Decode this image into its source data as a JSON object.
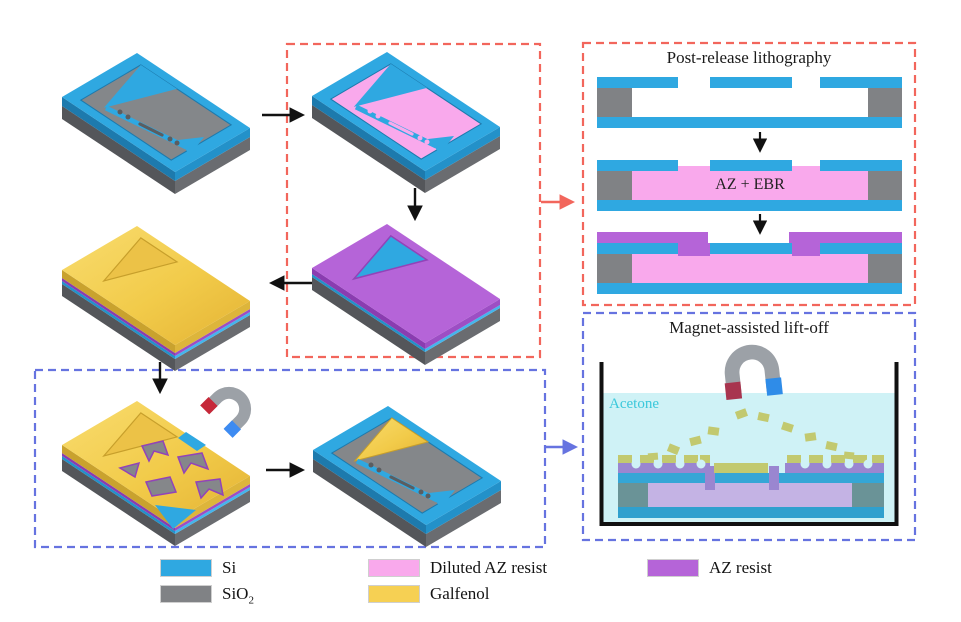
{
  "figure": {
    "panel_post_release": {
      "title": "Post-release lithography",
      "resist_label": "AZ + EBR"
    },
    "panel_liftoff": {
      "title": "Magnet-assisted lift-off",
      "solvent_label": "Acetone"
    },
    "legend": {
      "items": [
        {
          "label": "Si",
          "color": "#2FA8E1"
        },
        {
          "label": "SiO",
          "sub": "2",
          "color": "#808285"
        },
        {
          "label": "Diluted AZ resist",
          "color": "#F9A9EC"
        },
        {
          "label": "Galfenol",
          "color": "#F6D053"
        },
        {
          "label": "AZ resist",
          "color": "#B564D8"
        }
      ]
    },
    "colors": {
      "si": "#2FA8E1",
      "sio2": "#808285",
      "diluted_az": "#F9A9EC",
      "galfenol": "#F6D053",
      "az_resist": "#B564D8",
      "flow_red": "#F2665C",
      "flow_blue": "#6673E0",
      "acetone_fill": "#CFF2F6",
      "acetone_text": "#3BC8DB",
      "magnet_gray": "#9CA1A7",
      "magnet_north_pole": "#C62839",
      "magnet_south_pole": "#3D8BF2",
      "galfenol_flake": "#C2C96F"
    }
  }
}
